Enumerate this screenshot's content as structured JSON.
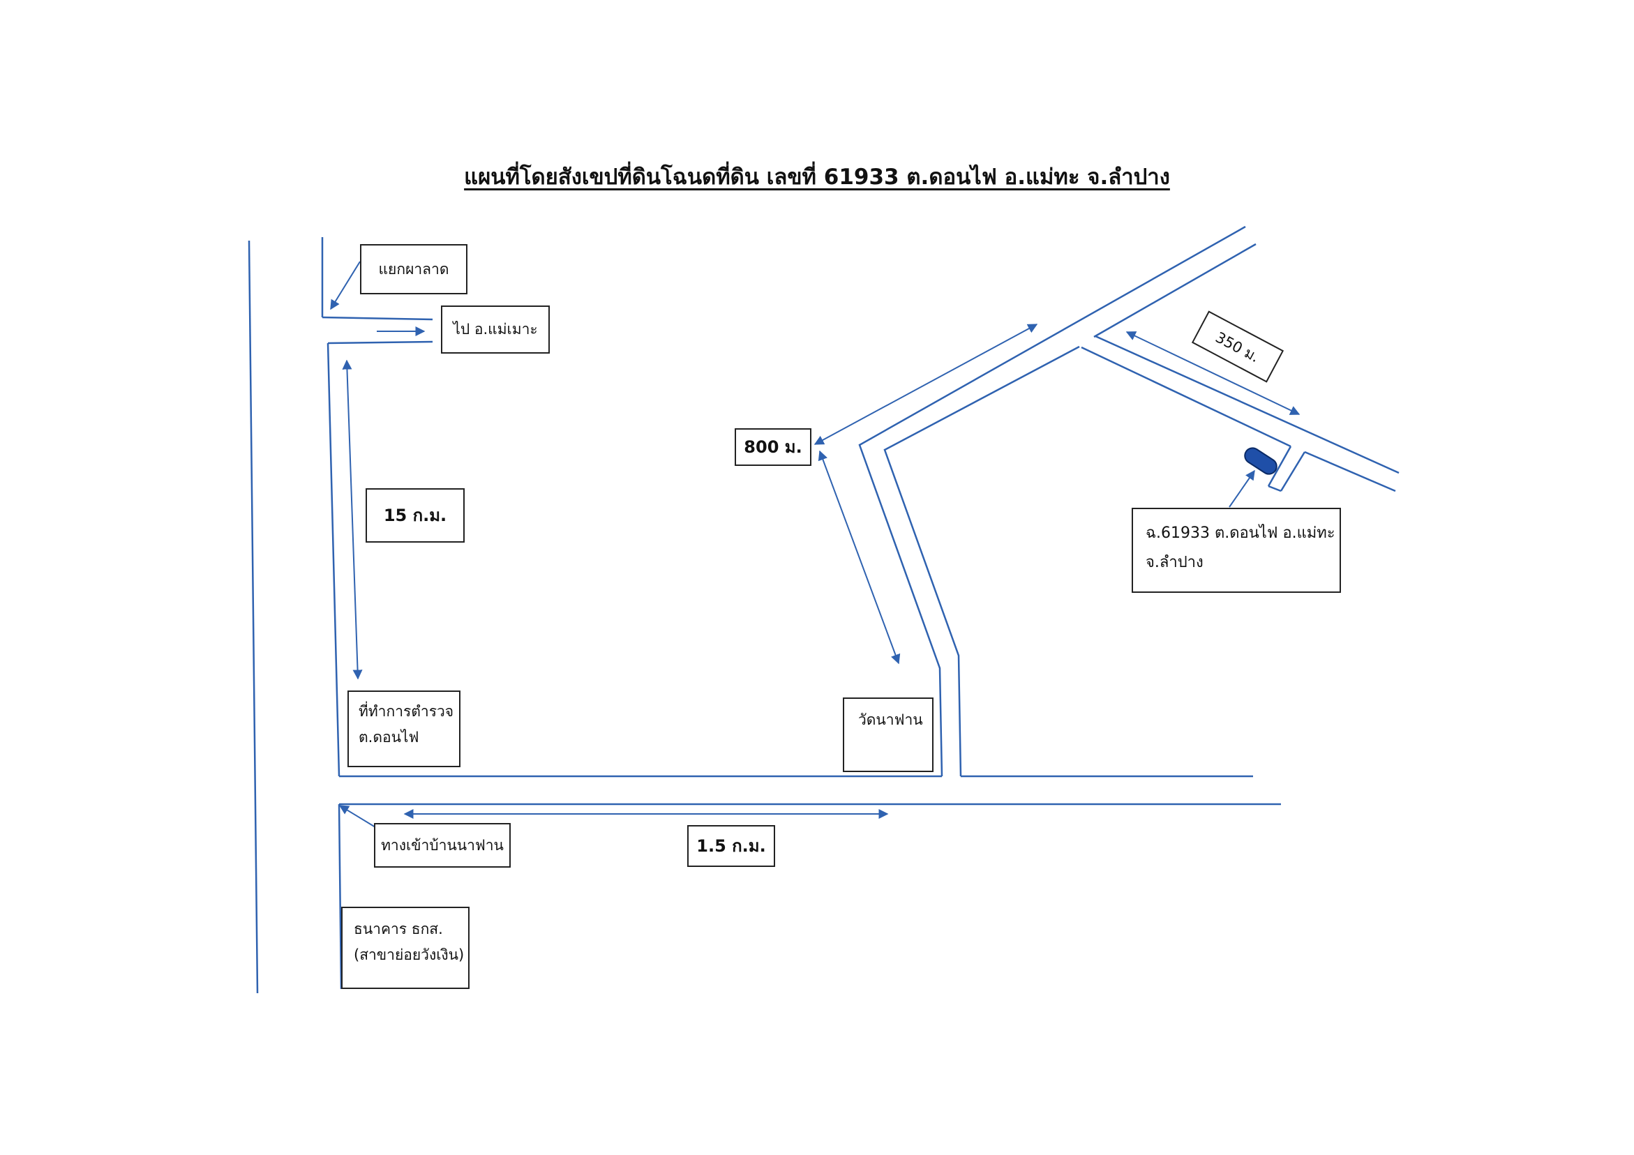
{
  "title": "แผนที่โดยสังเขปที่ดินโฉนดที่ดิน เลขที่ 61933 ต.ดอนไฟ อ.แม่ทะ จ.ลำปาง",
  "colors": {
    "road": "#2f62b0",
    "arrow": "#2f62b0",
    "box_border": "#222222",
    "marker": "#1f4fa8"
  },
  "labels": {
    "junction": "แยกผาลาด",
    "to_mae_mo": "ไป อ.แม่เมาะ",
    "dist_15km": "15 ก.ม.",
    "police_line1": "ที่ทำการตำรวจ",
    "police_line2": "ต.ดอนไฟ",
    "village_entrance": "ทางเข้าบ้านนาฟาน",
    "dist_1_5km": "1.5 ก.ม.",
    "bank_line1": "ธนาคาร ธกส.",
    "bank_line2": "(สาขาย่อยวังเงิน)",
    "temple": "วัดนาฟาน",
    "dist_800m": "800 ม.",
    "dist_350m": "350 ม.",
    "parcel_line1": "ฉ.61933 ต.ดอนไฟ อ.แม่ทะ",
    "parcel_line2": "จ.ลำปาง"
  },
  "icons": {
    "parcel_marker": "parcel-location-icon",
    "arrows": "double-headed-arrow-icon"
  }
}
